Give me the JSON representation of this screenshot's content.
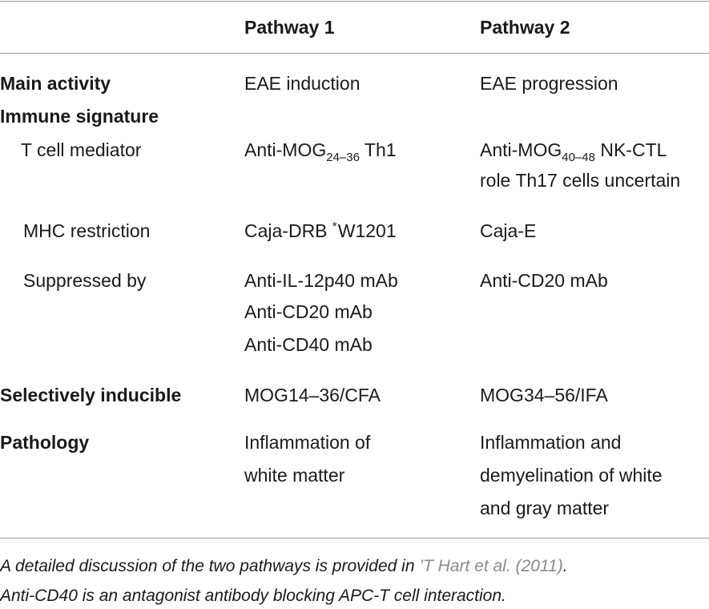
{
  "header": {
    "col1": "",
    "col2": "Pathway 1",
    "col3": "Pathway 2"
  },
  "rows": {
    "main_activity": {
      "label": "Main activity",
      "p1": "EAE induction",
      "p2": "EAE progression"
    },
    "immune_signature": {
      "label": "Immune signature"
    },
    "t_cell": {
      "label": "T cell mediator",
      "p1_pre": "Anti-MOG",
      "p1_sub": "24–36",
      "p1_post": " Th1",
      "p2_pre": "Anti-MOG",
      "p2_sub": "40–48",
      "p2_post": " NK-CTL",
      "p2_line2": "role Th17 cells uncertain"
    },
    "mhc": {
      "label": "MHC restriction",
      "p1_pre": "Caja-DRB ",
      "p1_sup": "*",
      "p1_post": "W1201",
      "p2": "Caja-E"
    },
    "suppressed": {
      "label": "Suppressed by",
      "p1_line1": "Anti-IL-12p40 mAb",
      "p1_line2": "Anti-CD20 mAb",
      "p1_line3": "Anti-CD40 mAb",
      "p2": "Anti-CD20 mAb"
    },
    "inducible": {
      "label": "Selectively inducible",
      "p1": "MOG14–36/CFA",
      "p2": "MOG34–56/IFA"
    },
    "pathology": {
      "label": "Pathology",
      "p1_line1": "Inflammation of",
      "p1_line2": "white matter",
      "p2_line1": "Inflammation and",
      "p2_line2": "demyelination of white",
      "p2_line3": "and gray matter"
    }
  },
  "footnote": {
    "line1_pre": "A detailed discussion of the two pathways is provided in ",
    "line1_cite": "’T Hart et al. (2011)",
    "line1_post": ".",
    "line2": "Anti-CD40 is an antagonist antibody blocking APC-T cell interaction."
  }
}
